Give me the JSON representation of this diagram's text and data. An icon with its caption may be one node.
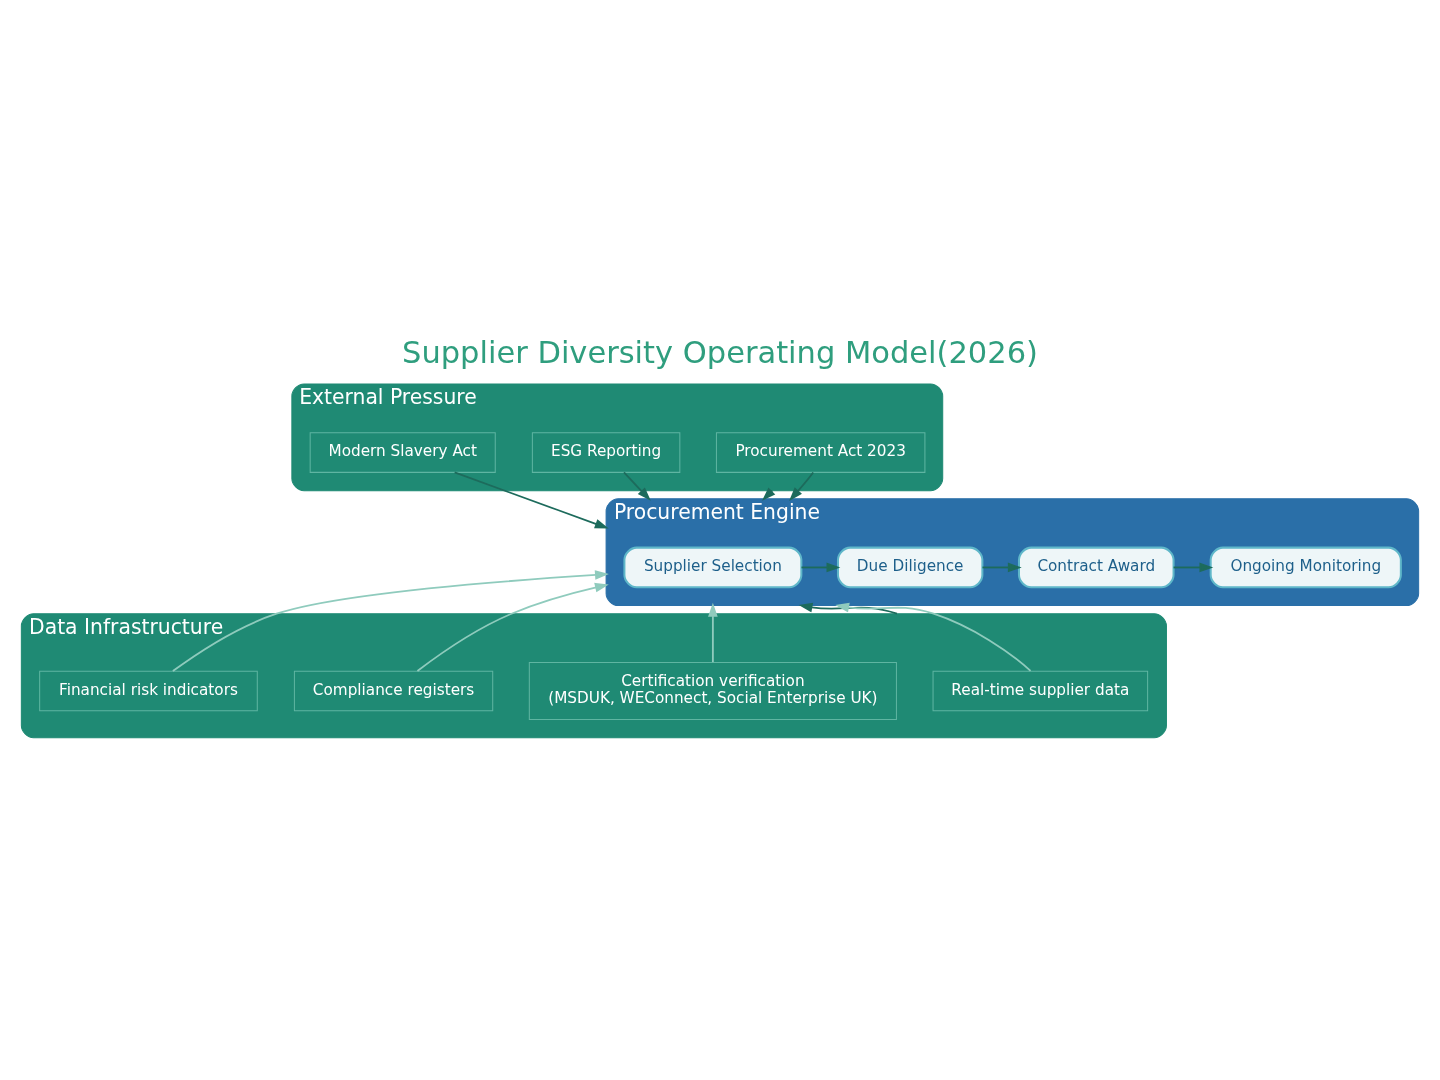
{
  "diagram": {
    "title": "Supplier Diversity Operating Model(2026)",
    "nodes": [
      {
        "text": [
          "External Pressure"
        ]
      },
      {
        "text": [
          "Procurement Act 2023"
        ],
        "in": 0
      },
      {
        "text": [
          "ESG Reporting"
        ],
        "in": 0
      },
      {
        "text": [
          "Modern Slavery Act"
        ],
        "in": 0
      },
      {
        "text": [
          "Procurement Engine"
        ]
      },
      {
        "text": [
          "Supplier Selection"
        ],
        "in": 4
      },
      {
        "text": [
          "Due Diligence"
        ],
        "in": 4
      },
      {
        "text": [
          "Contract Award"
        ],
        "in": 4
      },
      {
        "text": [
          "Ongoing Monitoring"
        ],
        "in": 4
      },
      {
        "text": [
          "Data Infrastructure"
        ]
      },
      {
        "text": [
          "Real-time supplier data"
        ],
        "in": 9
      },
      {
        "text": [
          "Certification verification",
          "(MSDUK, WEConnect, Social Enterprise UK)"
        ],
        "in": 9
      },
      {
        "text": [
          "Compliance registers"
        ],
        "in": 9
      },
      {
        "text": [
          "Financial risk indicators"
        ],
        "in": 9
      }
    ],
    "edges": [
      {
        "from": 0,
        "to": 4,
        "arrow": "to"
      },
      {
        "from": 1,
        "to": 4,
        "arrow": "to"
      },
      {
        "from": 2,
        "to": 4,
        "arrow": "to"
      },
      {
        "from": 3,
        "to": 4,
        "arrow": "to"
      },
      {
        "from": 5,
        "to": 6,
        "arrow": "to"
      },
      {
        "from": 6,
        "to": 7,
        "arrow": "to"
      },
      {
        "from": 7,
        "to": 8,
        "arrow": "to"
      },
      {
        "from": 9,
        "to": 4,
        "arrow": "to"
      },
      {
        "from": 10,
        "to": 4,
        "arrow": "to",
        "color": "#8fcbbd"
      },
      {
        "from": 11,
        "to": 4,
        "arrow": "to",
        "color": "#8fcbbd"
      },
      {
        "from": 12,
        "to": 4,
        "arrow": "to",
        "color": "#8fcbbd"
      },
      {
        "from": 13,
        "to": 4,
        "arrow": "to",
        "color": "#8fcbbd"
      }
    ]
  }
}
